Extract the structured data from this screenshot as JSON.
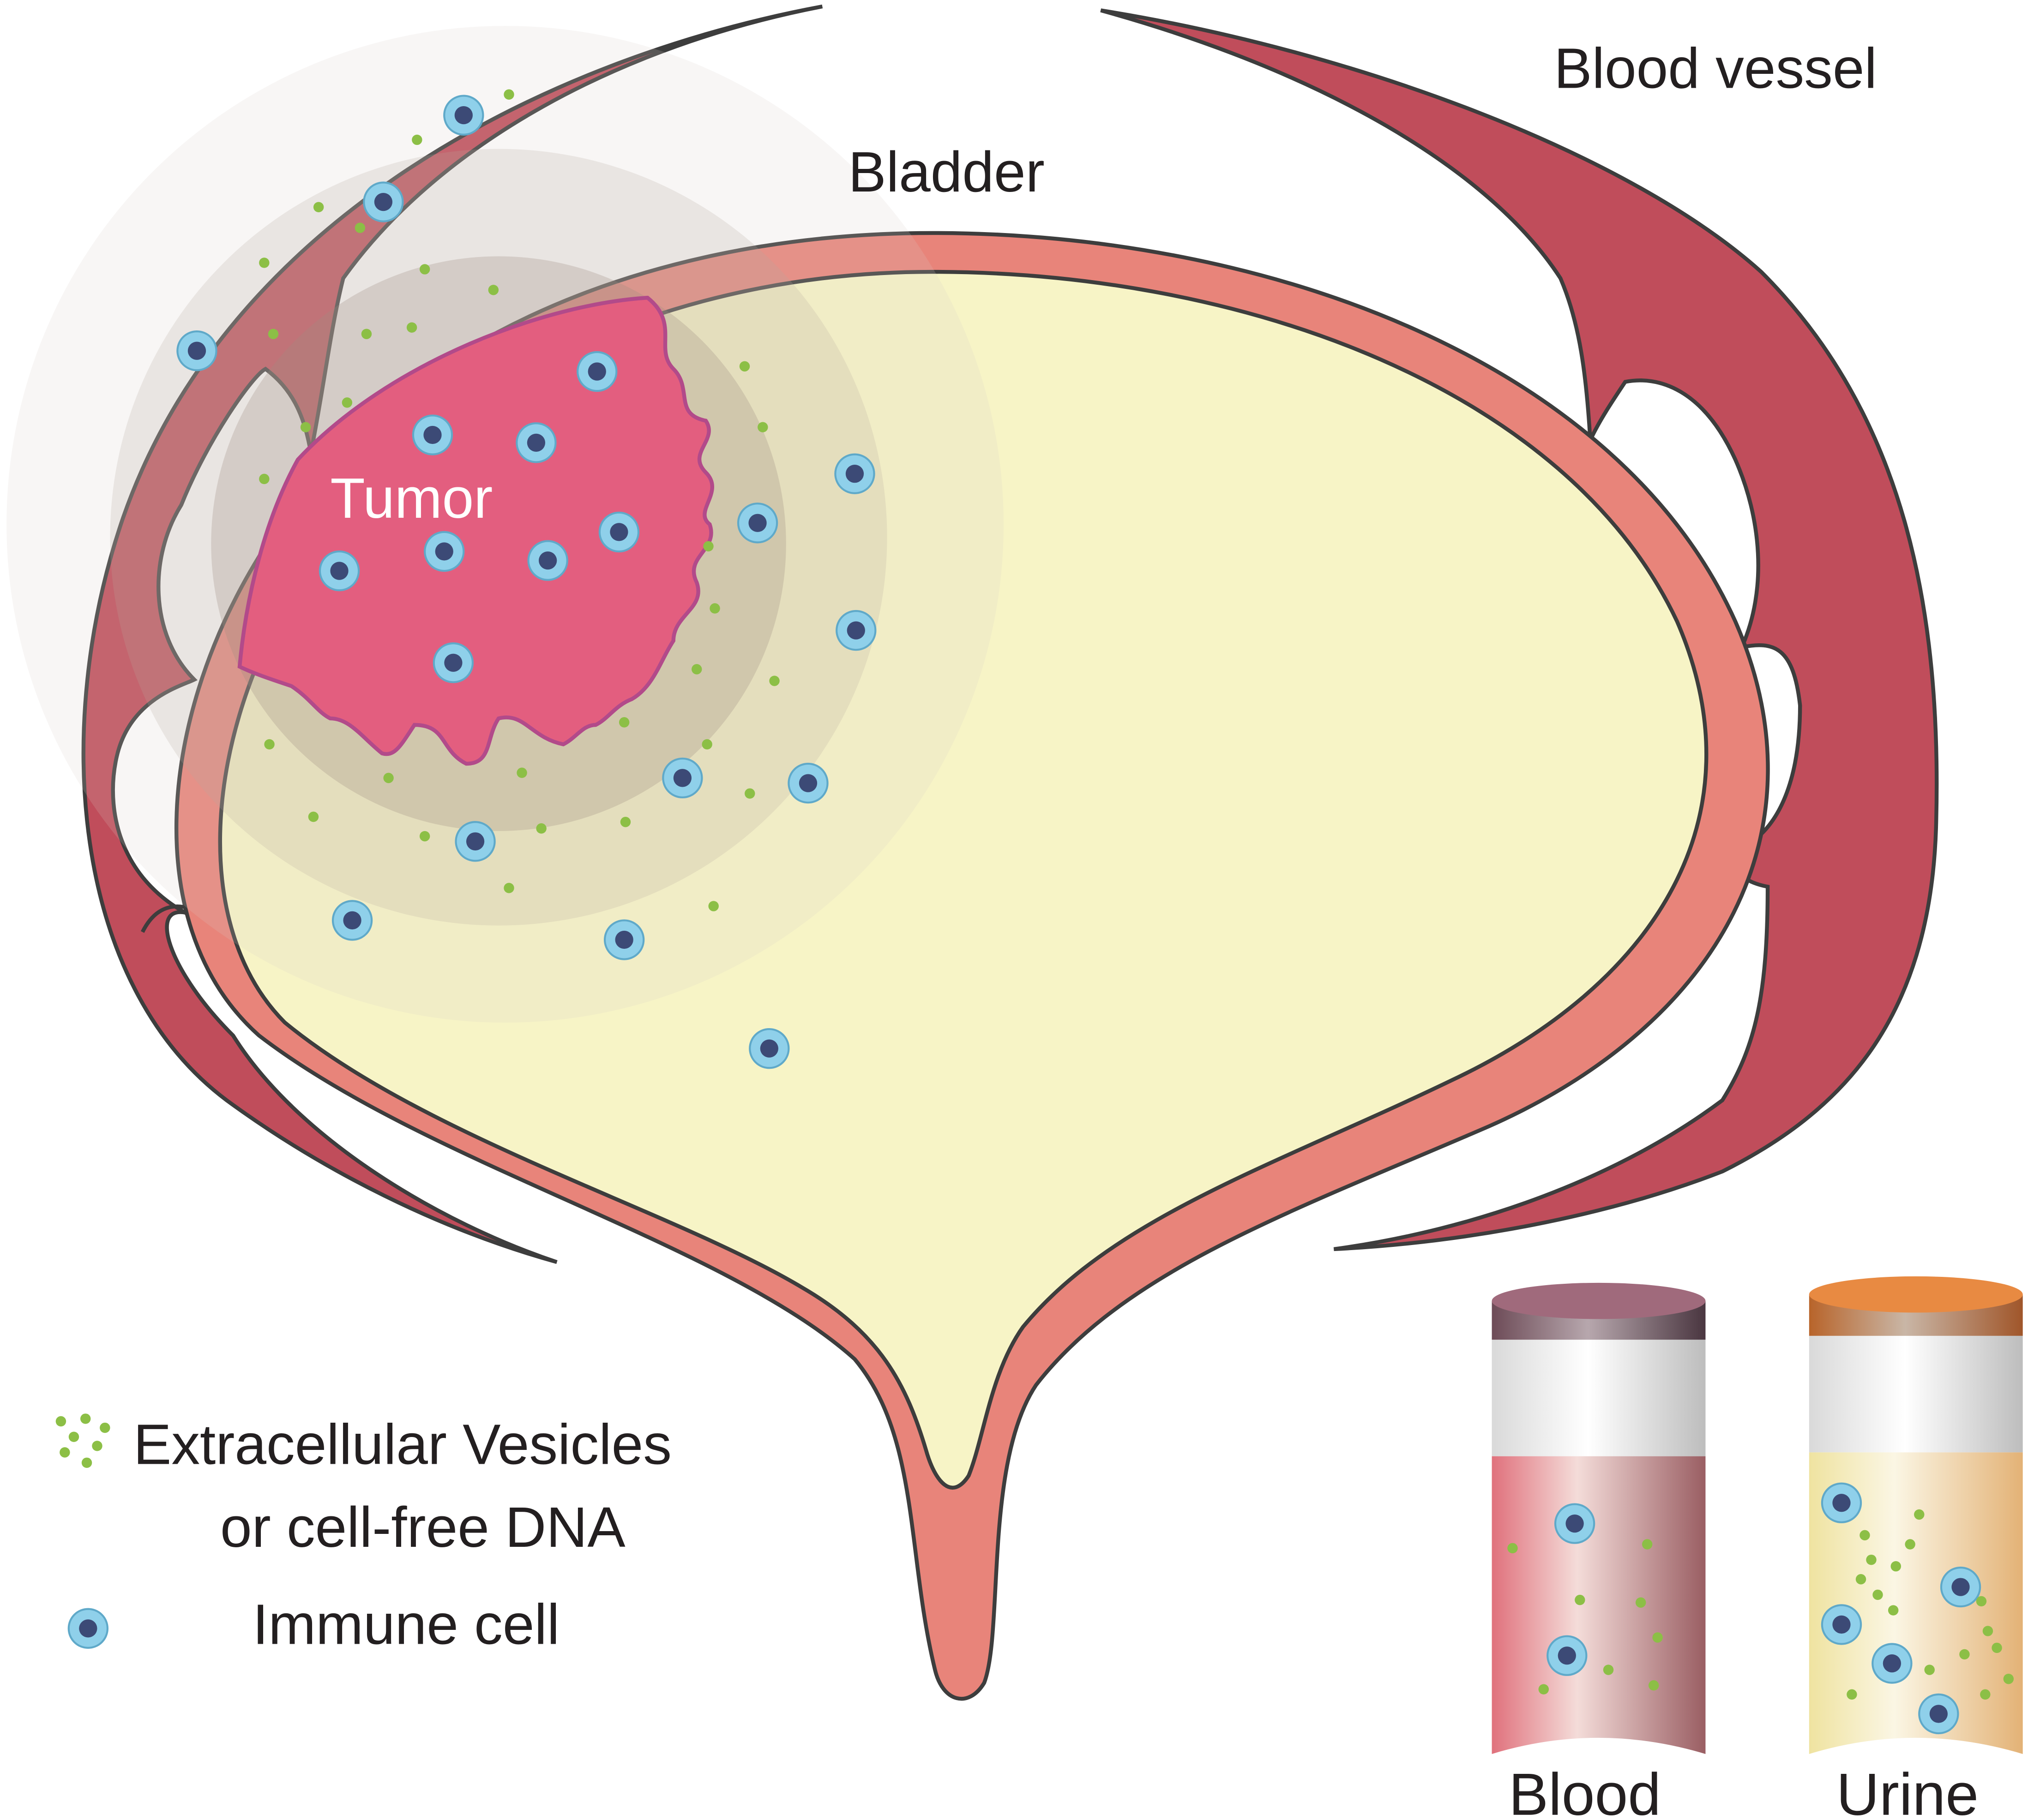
{
  "labels": {
    "blood_vessel": "Blood vessel",
    "bladder": "Bladder",
    "tumor": "Tumor"
  },
  "legend": {
    "ev_line1": "Extracellular Vesicles",
    "ev_line2": "or cell-free DNA",
    "immune": "Immune cell"
  },
  "tubes": {
    "blood": "Blood",
    "urine": "Urine"
  },
  "colors": {
    "vessel": "#c04d5b",
    "bladder_wall": "#e8847a",
    "bladder_lumen": "#f7f4c6",
    "tumor": "#e35e7f",
    "tumor_edge": "#b24a8a",
    "vesicle": "#8cbf46",
    "immune_outer": "#8fd0ea",
    "immune_nucleus": "#3c4a76",
    "blood_cap": "#a06a7c",
    "urine_cap": "#e88a42",
    "blood_fluid": "#d98891",
    "urine_fluid": "#f2e2ac"
  },
  "icons": {
    "vesicle": "vesicle-dot-icon",
    "immune": "immune-cell-icon"
  }
}
